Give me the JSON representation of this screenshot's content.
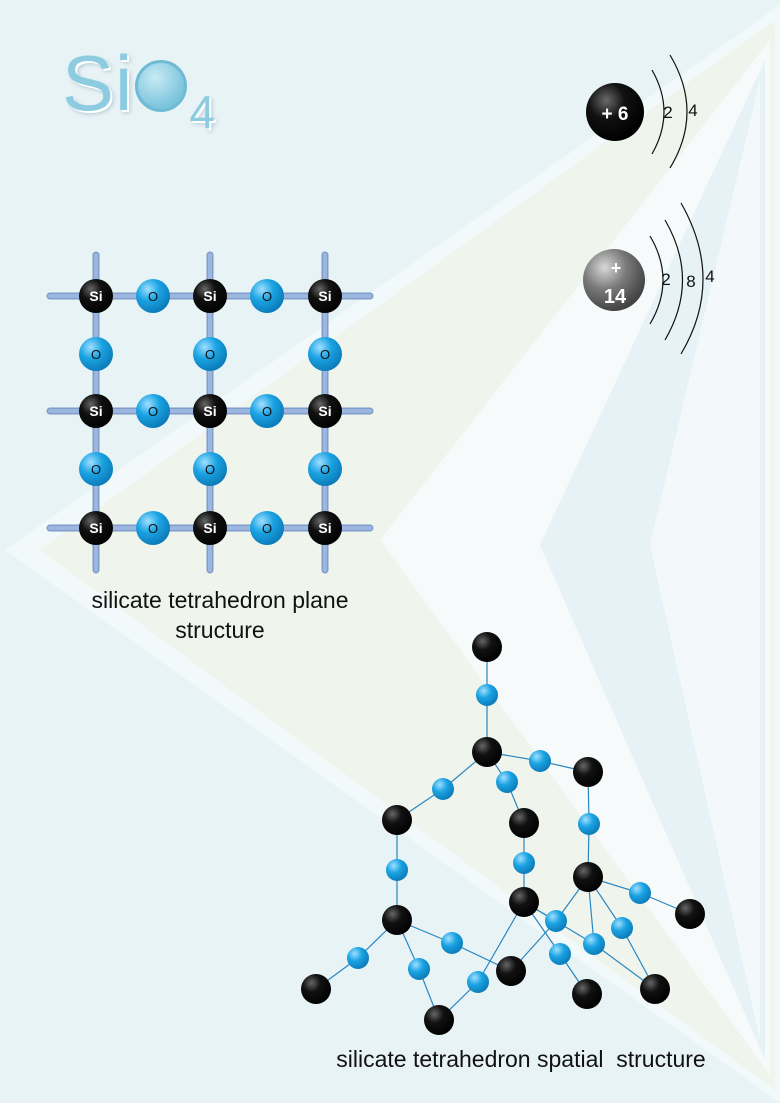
{
  "title": {
    "prefix": "Si",
    "middle": "O",
    "subscript": "4"
  },
  "carbon": {
    "nucleus": "+ 6",
    "shells": [
      "2",
      "4"
    ]
  },
  "silicon": {
    "nucleus_sign": "+",
    "nucleus_number": "14",
    "shells": [
      "2",
      "8",
      "4"
    ]
  },
  "plane": {
    "si_label": "Si",
    "o_label": "O",
    "caption": "silicate tetrahedron plane structure"
  },
  "spatial": {
    "caption": "silicate tetrahedron spatial  structure"
  },
  "colors": {
    "si": "#0a0a0a",
    "o": "#1ba3e3",
    "bond_plane": "#9cb7df",
    "bond_spatial": "#2a86c0"
  }
}
